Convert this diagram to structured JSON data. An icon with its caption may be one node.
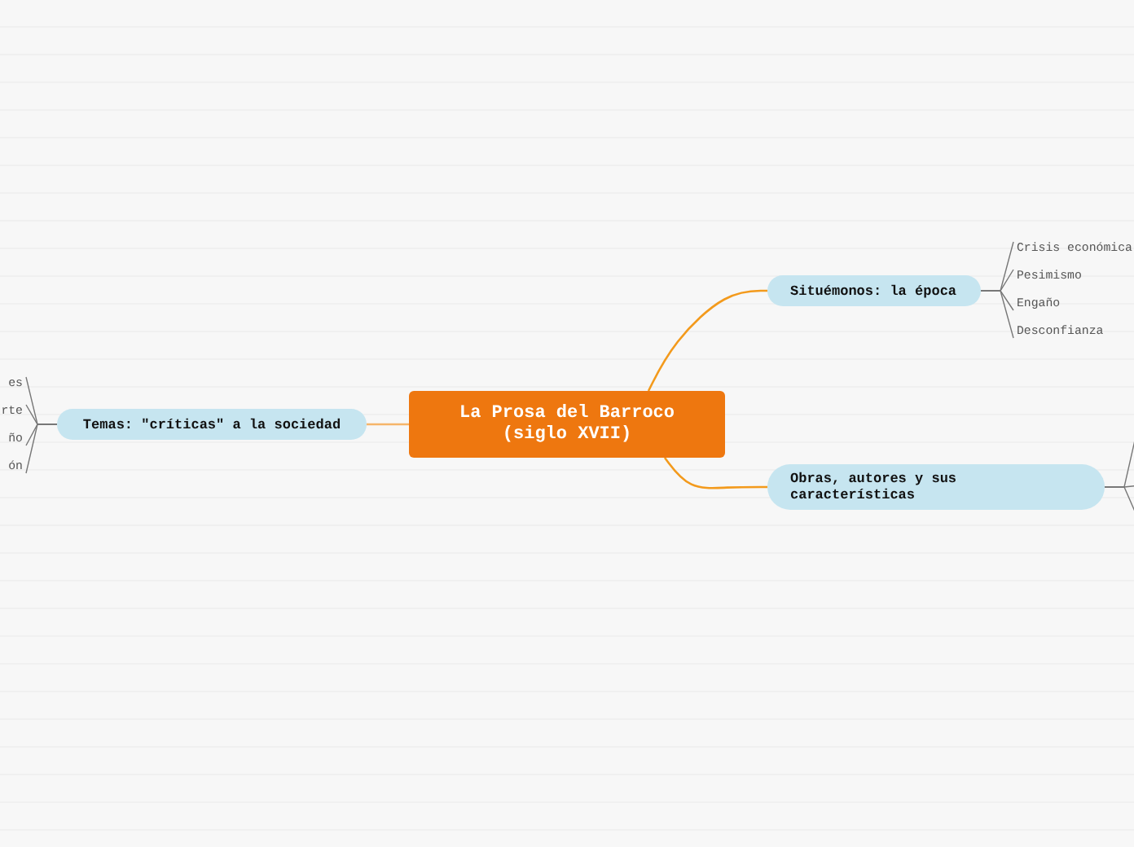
{
  "diagram": {
    "nodes": [
      {
        "text": [
          "La Prosa del Barroco (siglo XVII)"
        ]
      },
      {
        "text": [
          "Situémonos: la época"
        ]
      },
      {
        "text": [
          "Crisis económica"
        ]
      },
      {
        "text": [
          "Pesimismo"
        ]
      },
      {
        "text": [
          "Engaño"
        ]
      },
      {
        "text": [
          "Desconfianza"
        ]
      },
      {
        "text": [
          "Obras, autores y sus características"
        ]
      },
      {
        "text": [
          "Temas: \"críticas\" a la sociedad"
        ]
      },
      {
        "text": [
          "es"
        ]
      },
      {
        "text": [
          "rte"
        ]
      },
      {
        "text": [
          "ño"
        ]
      },
      {
        "text": [
          "ón"
        ]
      }
    ],
    "edges": [
      {
        "from": 0,
        "to": 1,
        "arrow": "none",
        "color": "#f39a1c"
      },
      {
        "from": 0,
        "to": 6,
        "arrow": "none",
        "color": "#f39a1c"
      },
      {
        "from": 0,
        "to": 7,
        "arrow": "none",
        "color": "#f5b56a"
      },
      {
        "from": 1,
        "to": 2,
        "arrow": "none"
      },
      {
        "from": 1,
        "to": 3,
        "arrow": "none"
      },
      {
        "from": 1,
        "to": 4,
        "arrow": "none"
      },
      {
        "from": 1,
        "to": 5,
        "arrow": "none"
      },
      {
        "from": 6,
        "to": null,
        "arrow": "none"
      },
      {
        "from": 6,
        "to": null,
        "arrow": "none"
      },
      {
        "from": 6,
        "to": null,
        "arrow": "none"
      },
      {
        "from": 7,
        "to": 8,
        "arrow": "none"
      },
      {
        "from": 7,
        "to": 9,
        "arrow": "none"
      },
      {
        "from": 7,
        "to": 10,
        "arrow": "none"
      },
      {
        "from": 7,
        "to": 11,
        "arrow": "none"
      }
    ]
  }
}
